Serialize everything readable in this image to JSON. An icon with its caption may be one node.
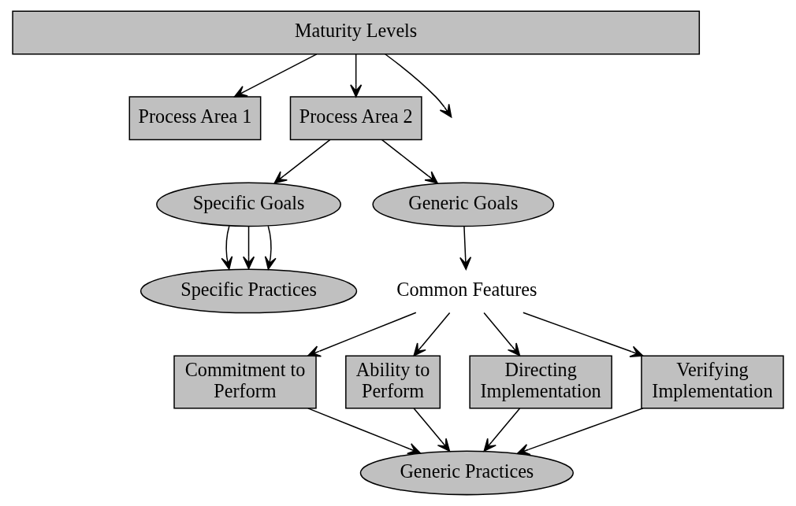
{
  "diagram": {
    "nodes": [
      {
        "text": [
          "Maturity Levels"
        ]
      },
      {
        "text": [
          "Process Area 1"
        ]
      },
      {
        "text": [
          "Process Area 2"
        ]
      },
      {
        "text": [
          "Specific Goals"
        ]
      },
      {
        "text": [
          "Generic Goals"
        ]
      },
      {
        "text": [
          "Specific Practices"
        ]
      },
      {
        "text": [
          "Common Features"
        ]
      },
      {
        "text": [
          "Commitment to Perform"
        ]
      },
      {
        "text": [
          "Ability to Perform"
        ]
      },
      {
        "text": [
          "Directing Implementation"
        ]
      },
      {
        "text": [
          "Verifying Implementation"
        ]
      },
      {
        "text": [
          "Generic Practices"
        ]
      }
    ],
    "edges": [
      {
        "from": 0,
        "to": 1,
        "arrow": "to"
      },
      {
        "from": 0,
        "to": 2,
        "arrow": "to"
      },
      {
        "from": 0,
        "to": null,
        "arrow": "to"
      },
      {
        "from": 2,
        "to": 3,
        "arrow": "to"
      },
      {
        "from": 2,
        "to": 4,
        "arrow": "to"
      },
      {
        "from": 3,
        "to": 5,
        "arrow": "to"
      },
      {
        "from": 3,
        "to": 5,
        "arrow": "to"
      },
      {
        "from": 3,
        "to": 5,
        "arrow": "to"
      },
      {
        "from": 4,
        "to": 6,
        "arrow": "to"
      },
      {
        "from": 6,
        "to": 7,
        "arrow": "to"
      },
      {
        "from": 6,
        "to": 8,
        "arrow": "to"
      },
      {
        "from": 6,
        "to": 9,
        "arrow": "to"
      },
      {
        "from": 6,
        "to": 10,
        "arrow": "to"
      },
      {
        "from": 7,
        "to": 11,
        "arrow": "to"
      },
      {
        "from": 8,
        "to": 11,
        "arrow": "to"
      },
      {
        "from": 9,
        "to": 11,
        "arrow": "to"
      },
      {
        "from": 10,
        "to": 11,
        "arrow": "to"
      }
    ]
  }
}
